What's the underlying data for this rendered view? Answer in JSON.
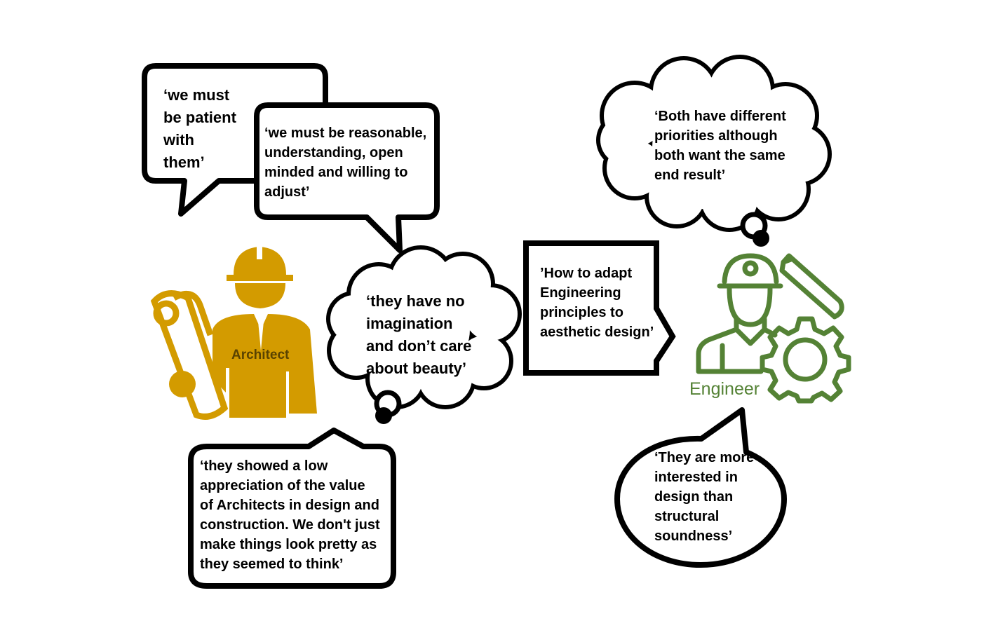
{
  "colors": {
    "architect": "#D39B00",
    "engineer": "#548235",
    "outline": "#000000"
  },
  "architect": {
    "label": "Architect",
    "icon": "architect-with-hardhat-and-blueprint-icon"
  },
  "engineer": {
    "label": "Engineer",
    "icon": "engineer-with-hardhat-gear-and-pencil-icon"
  },
  "bubbles": {
    "patient": "‘we must\nbe patient\nwith\nthem’",
    "reasonable": "‘we must be reasonable,\nunderstanding, open\nminded and willing to\nadjust’",
    "imagination": "‘they have no\nimagination\nand don’t care\nabout beauty’",
    "adapt": "’How to adapt\nEngineering\nprinciples to\naesthetic design’",
    "low_appreciation": "‘they showed a low\nappreciation of the value\nof Architects in design and\nconstruction. We don't just\nmake things look pretty as\nthey seemed to think’",
    "priorities": "‘Both have different\npriorities although\nboth want the same\nend result’",
    "interested": "‘They are more\ninterested in\ndesign than\nstructural\nsoundness’"
  }
}
